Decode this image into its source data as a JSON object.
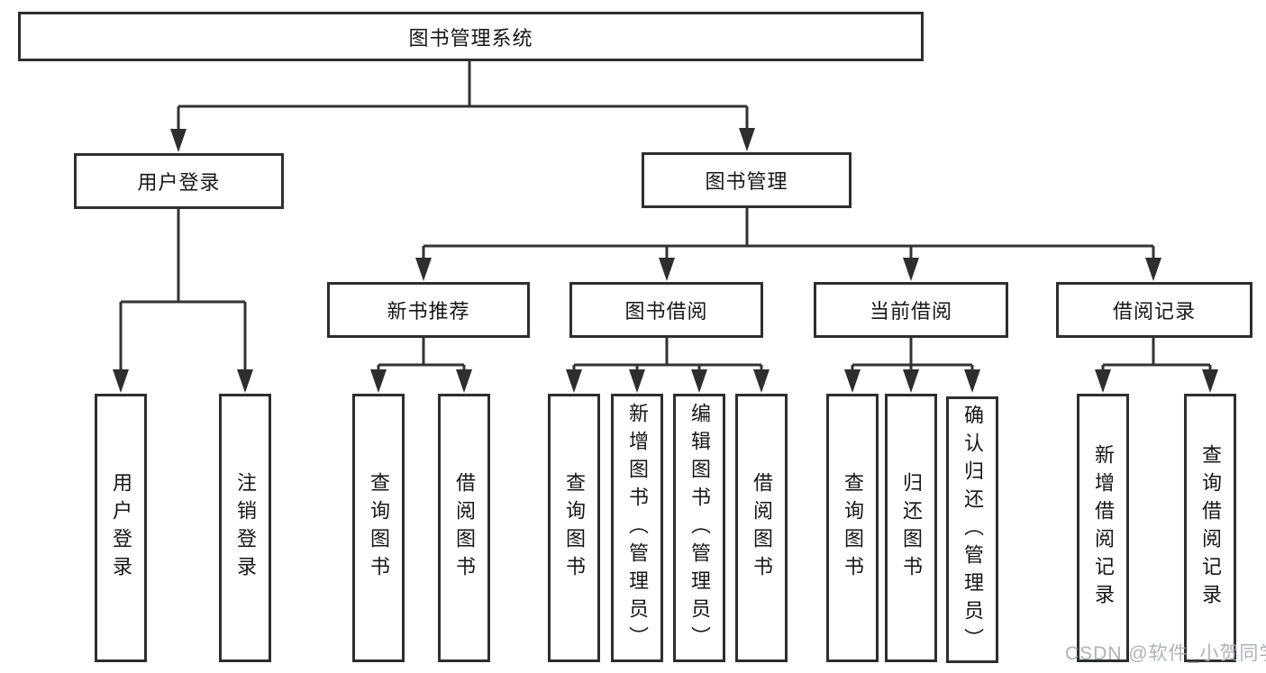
{
  "tree": {
    "root": "图书管理系统",
    "user_login": {
      "label": "用户登录",
      "children": [
        "用户登录",
        "注销登录"
      ]
    },
    "book_management": {
      "label": "图书管理",
      "children": [
        {
          "label": "新书推荐",
          "children": [
            "查询图书",
            "借阅图书"
          ]
        },
        {
          "label": "图书借阅",
          "children": [
            "查询图书",
            "新增图书（管理员）",
            "编辑图书（管理员）",
            "借阅图书"
          ]
        },
        {
          "label": "当前借阅",
          "children": [
            "查询图书",
            "归还图书",
            "确认归还（管理员）"
          ]
        },
        {
          "label": "借阅记录",
          "children": [
            "新增借阅记录",
            "查询借阅记录"
          ]
        }
      ]
    }
  },
  "watermark": "CSDN @软件_小贺同学",
  "colors": {
    "line": "#333333",
    "border": "#2e2e2e",
    "text": "#161616",
    "watermark": "#a5aab0"
  }
}
